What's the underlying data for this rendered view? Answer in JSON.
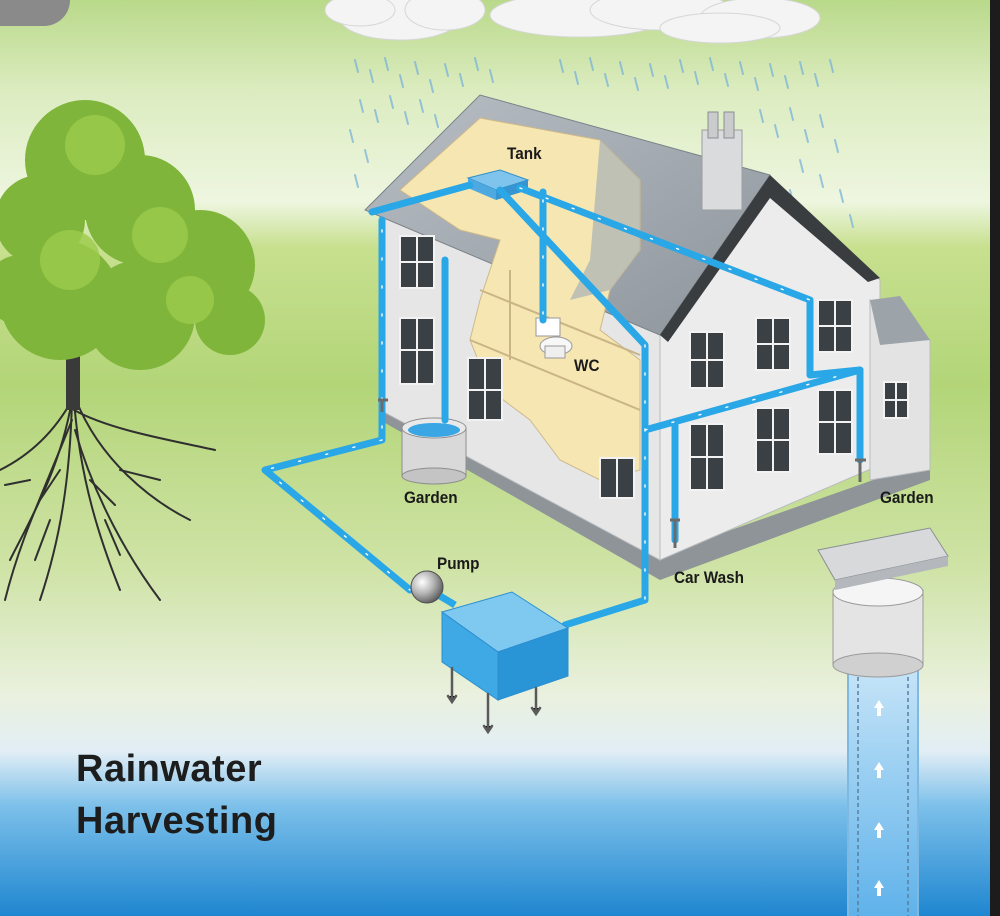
{
  "labels": {
    "tank": "Tank",
    "wc": "WC",
    "garden_left": "Garden",
    "garden_right": "Garden",
    "pump": "Pump",
    "car_wash": "Car Wash"
  },
  "title": {
    "line1": "Rainwater",
    "line2": "Harvesting"
  },
  "icons": [
    "cloud-icon",
    "rain-icon",
    "tree-icon",
    "house-icon",
    "water-tank-icon",
    "toilet-icon",
    "rain-barrel-icon",
    "pump-icon",
    "storage-tank-icon",
    "well-icon",
    "pipe-icon",
    "flow-arrow-icon"
  ],
  "colors": {
    "pipe": "#2aa7e6",
    "storage_tank": "#3ea9e4",
    "sky": "#e8f3d6",
    "grass": "#a6cc62",
    "water": "#2b8fd6",
    "roof": "#9aa2a9",
    "wall": "#e9e9ea",
    "interior": "#f5e6b6"
  }
}
